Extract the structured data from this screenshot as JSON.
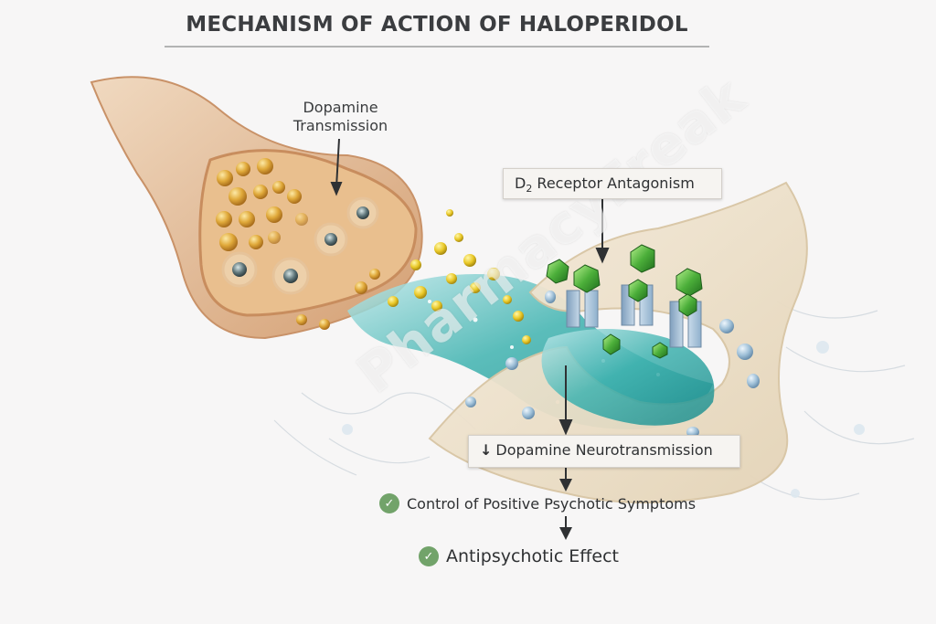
{
  "title": "MECHANISM OF ACTION OF HALOPERIDOL",
  "labels": {
    "dopamine_transmission_line1": "Dopamine",
    "dopamine_transmission_line2": "Transmission",
    "d2_prefix": "D",
    "d2_subscript": "2",
    "d2_rest": " Receptor Antagonism",
    "decrease_arrow": "↓",
    "decreased_neurotransmission": "Dopamine Neurotransmission"
  },
  "outcomes": [
    {
      "icon": "check-circle-icon",
      "text": "Control of Positive Psychotic Symptoms"
    },
    {
      "icon": "check-circle-icon",
      "text": "Antipsychotic Effect"
    }
  ],
  "watermark": "PharmacyFreak",
  "colors": {
    "background": "#f7f6f6",
    "presynaptic_membrane": "#d9a77a",
    "vesicle_gold": "#e0a93a",
    "synaptic_cleft": "#3fb3b0",
    "postsynaptic_membrane": "#efe3cf",
    "receptor_blue": "#a9c3da",
    "drug_green": "#4caf3a",
    "check_green": "#72a36a",
    "text": "#2f3133"
  }
}
